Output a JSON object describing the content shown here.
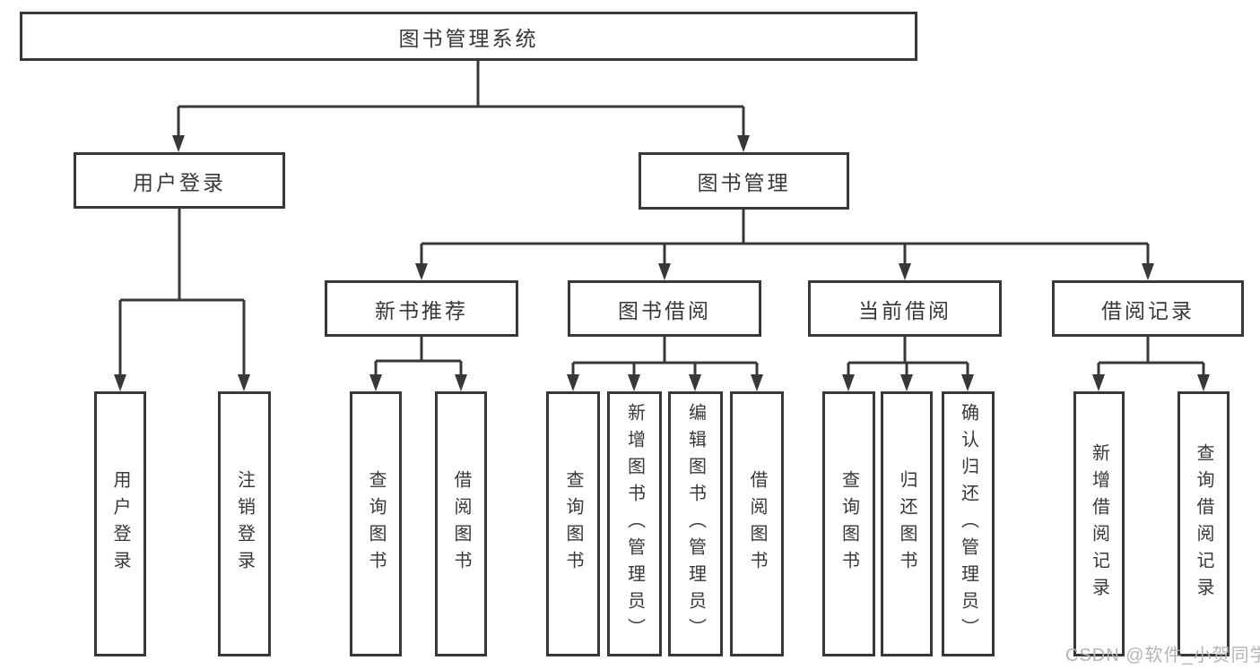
{
  "root": {
    "label": "图书管理系统"
  },
  "level2": {
    "user_login": {
      "label": "用户登录"
    },
    "book_management": {
      "label": "图书管理"
    }
  },
  "level3": {
    "new_book_recommend": {
      "label": "新书推荐"
    },
    "book_borrow": {
      "label": "图书借阅"
    },
    "current_borrow": {
      "label": "当前借阅"
    },
    "borrow_records": {
      "label": "借阅记录"
    }
  },
  "leaves": {
    "user_login": {
      "label": "用户登录"
    },
    "logout": {
      "label": "注销登录"
    },
    "query_book_1": {
      "label": "查询图书"
    },
    "borrow_book_1": {
      "label": "借阅图书"
    },
    "query_book_2": {
      "label": "查询图书"
    },
    "add_book_admin": {
      "label": "新增图书（管理员）"
    },
    "edit_book_admin": {
      "label": "编辑图书（管理员）"
    },
    "borrow_book_2": {
      "label": "借阅图书"
    },
    "query_book_3": {
      "label": "查询图书"
    },
    "return_book": {
      "label": "归还图书"
    },
    "confirm_return_admin": {
      "label": "确认归还（管理员）"
    },
    "add_borrow_record": {
      "label": "新增借阅记录"
    },
    "query_borrow_record": {
      "label": "查询借阅记录"
    }
  },
  "watermark": "CSDN @软件_小贺同学",
  "colors": {
    "line": "#383838",
    "box_border": "#383838",
    "text": "#383838",
    "background": "#ffffff",
    "watermark": "#b4b4b4"
  }
}
